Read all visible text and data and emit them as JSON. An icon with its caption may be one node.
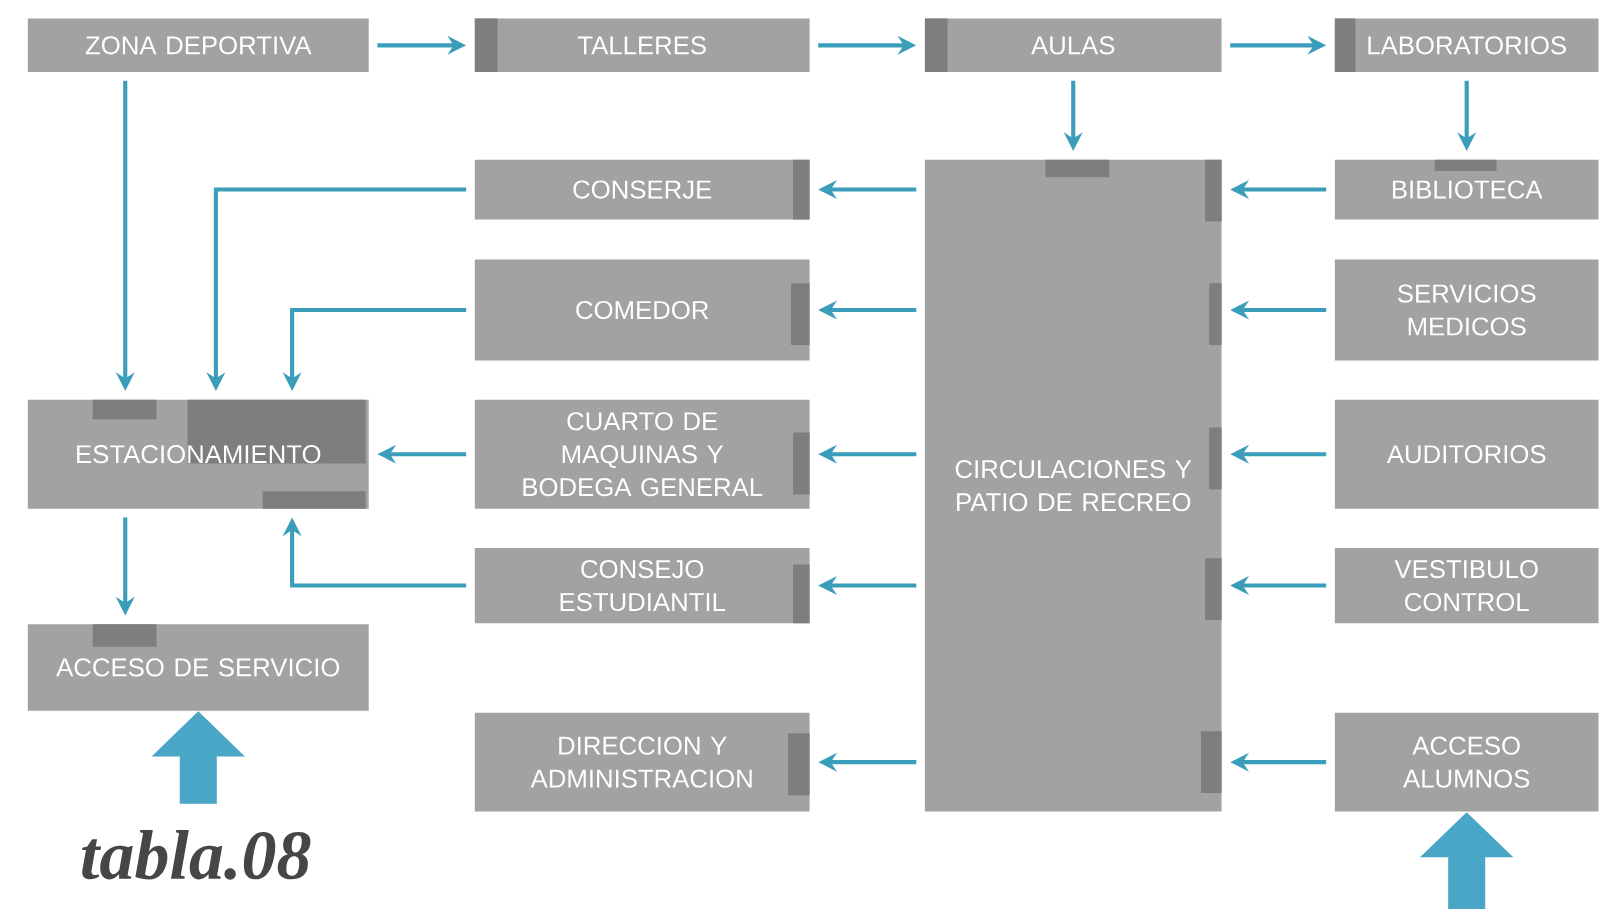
{
  "diagram": {
    "nodes": [
      {
        "text": [
          "ZONA DEPORTIVA"
        ]
      },
      {
        "text": [
          "TALLERES"
        ]
      },
      {
        "text": [
          "AULAS"
        ]
      },
      {
        "text": [
          "LABORATORIOS"
        ]
      },
      {
        "text": [
          "CONSERJE"
        ]
      },
      {
        "text": [
          "CIRCULACIONES Y PATIO DE RECREO"
        ]
      },
      {
        "text": [
          "BIBLIOTECA"
        ]
      },
      {
        "text": [
          "COMEDOR"
        ]
      },
      {
        "text": [
          "SERVICIOS MEDICOS"
        ]
      },
      {
        "text": [
          "ESTACIONAMIENTO"
        ]
      },
      {
        "text": [
          "CUARTO DE MAQUINAS Y BODEGA GENERAL"
        ]
      },
      {
        "text": [
          "AUDITORIOS"
        ]
      },
      {
        "text": [
          "CONSEJO ESTUDIANTIL"
        ]
      },
      {
        "text": [
          "VESTIBULO CONTROL"
        ]
      },
      {
        "text": [
          "ACCESO DE SERVICIO"
        ]
      },
      {
        "text": [
          "DIRECCION Y ADMINISTRACION"
        ]
      },
      {
        "text": [
          "ACCESO ALUMNOS"
        ]
      }
    ],
    "edges": [
      {
        "from": 0,
        "to": 1,
        "arrow": "to"
      },
      {
        "from": 1,
        "to": 2,
        "arrow": "to"
      },
      {
        "from": 2,
        "to": 3,
        "arrow": "to"
      },
      {
        "from": 2,
        "to": 5,
        "arrow": "to"
      },
      {
        "from": 3,
        "to": 6,
        "arrow": "to"
      },
      {
        "from": 0,
        "to": 9,
        "arrow": "to"
      },
      {
        "from": 4,
        "to": 9,
        "arrow": "to"
      },
      {
        "from": 7,
        "to": 9,
        "arrow": "to"
      },
      {
        "from": 10,
        "to": 9,
        "arrow": "to"
      },
      {
        "from": 12,
        "to": 9,
        "arrow": "to"
      },
      {
        "from": 9,
        "to": 14,
        "arrow": "to"
      },
      {
        "from": 5,
        "to": 4,
        "arrow": "to"
      },
      {
        "from": 5,
        "to": 7,
        "arrow": "to"
      },
      {
        "from": 5,
        "to": 10,
        "arrow": "to"
      },
      {
        "from": 5,
        "to": 12,
        "arrow": "to"
      },
      {
        "from": 5,
        "to": 15,
        "arrow": "to"
      },
      {
        "from": 6,
        "to": 5,
        "arrow": "to"
      },
      {
        "from": 8,
        "to": 5,
        "arrow": "to"
      },
      {
        "from": 11,
        "to": 5,
        "arrow": "to"
      },
      {
        "from": 13,
        "to": 5,
        "arrow": "to"
      },
      {
        "from": 16,
        "to": 5,
        "arrow": "to"
      },
      {
        "from": null,
        "to": 14,
        "arrow": "to",
        "style": "thick"
      },
      {
        "from": null,
        "to": 16,
        "arrow": "to",
        "style": "thick"
      }
    ],
    "labels": [
      "tabla.08"
    ]
  }
}
